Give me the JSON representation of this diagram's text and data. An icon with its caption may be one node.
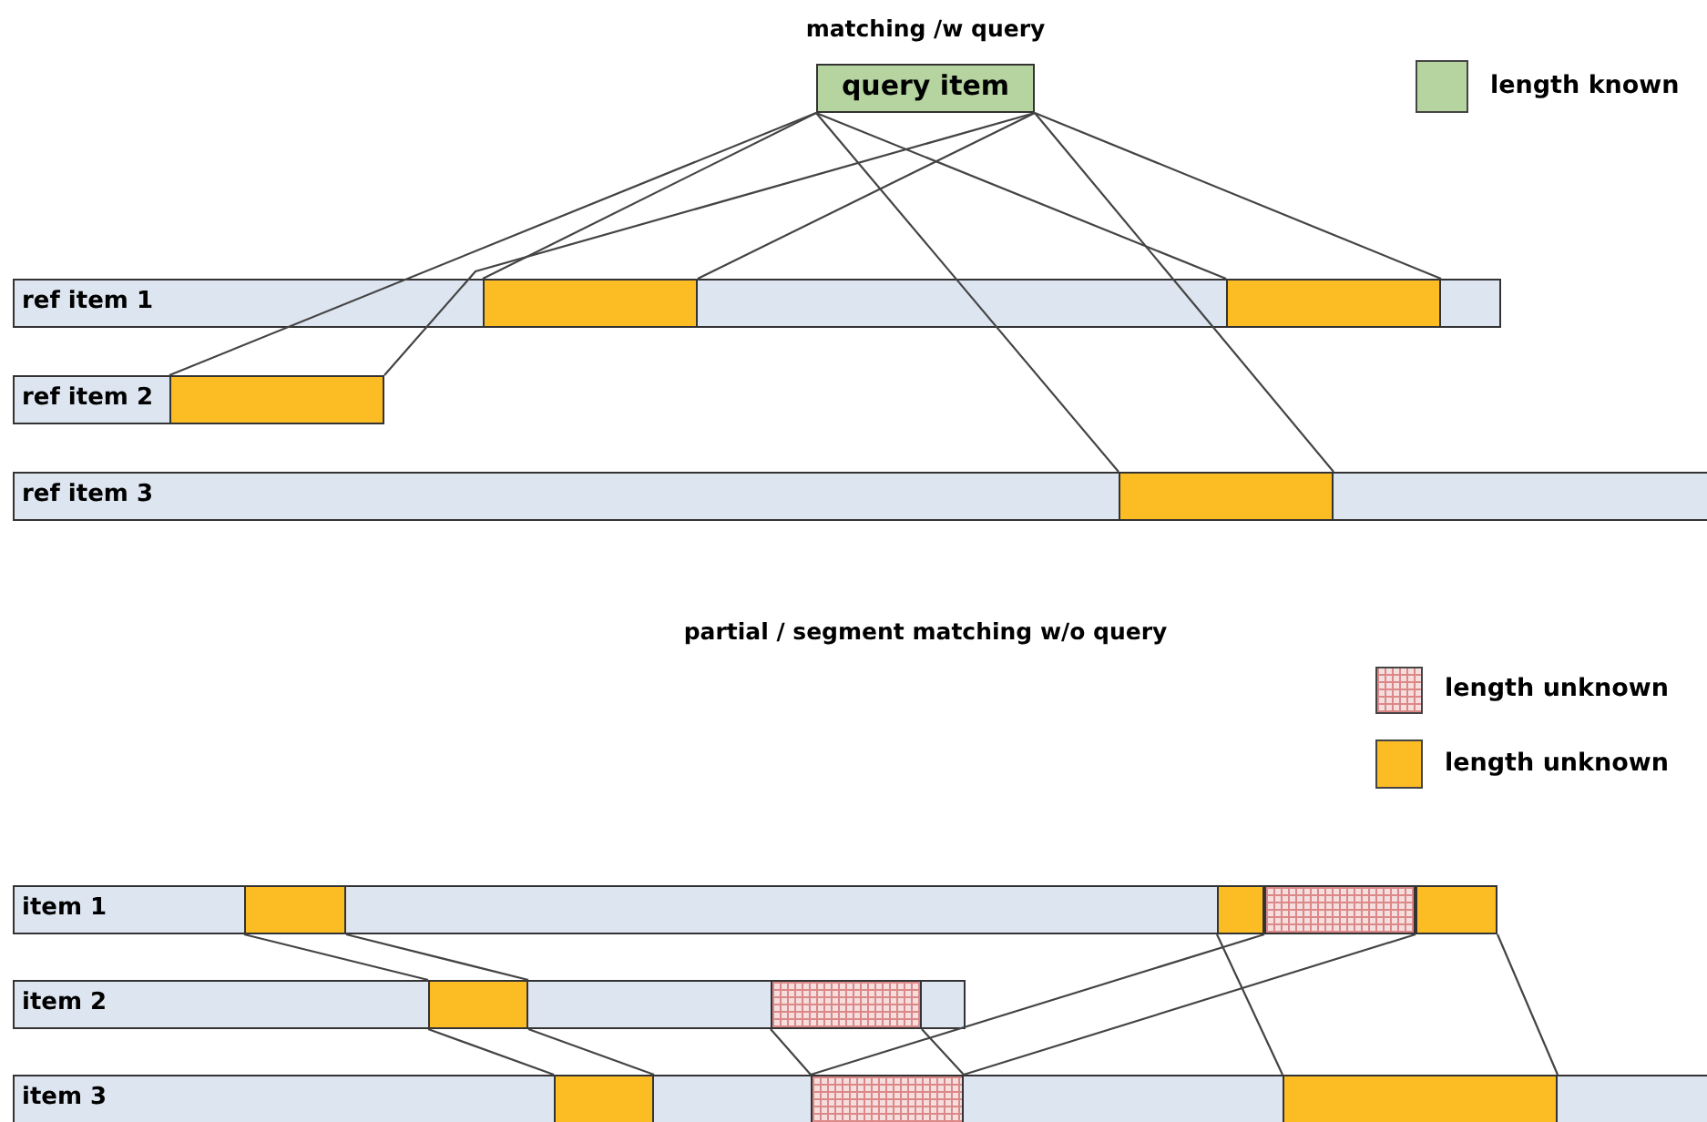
{
  "diagram": {
    "nodes": [
      {
        "text": [
          "query item"
        ]
      },
      {
        "text": [
          "ref item 1"
        ]
      },
      {
        "text": [],
        "shape": "bar",
        "in": 1
      },
      {
        "text": [],
        "shape": "bar",
        "in": 1
      },
      {
        "text": [
          "ref item 2"
        ]
      },
      {
        "text": [],
        "shape": "bar",
        "in": 4
      },
      {
        "text": [
          "ref item 3"
        ]
      },
      {
        "text": [],
        "shape": "bar",
        "in": 6
      },
      {
        "text": [
          "item 1"
        ]
      },
      {
        "text": [],
        "shape": "bar",
        "in": 8
      },
      {
        "text": [],
        "shape": "bar",
        "in": 8
      },
      {
        "text": [],
        "shape": "grid",
        "in": 8
      },
      {
        "text": [],
        "shape": "bar",
        "in": 8
      },
      {
        "text": [
          "item 2"
        ]
      },
      {
        "text": [],
        "shape": "bar",
        "in": 13
      },
      {
        "text": [],
        "shape": "grid",
        "in": 13
      },
      {
        "text": [
          "item 3"
        ]
      },
      {
        "text": [],
        "shape": "bar",
        "in": 16
      },
      {
        "text": [],
        "shape": "grid",
        "in": 16
      },
      {
        "text": [],
        "shape": "bar",
        "in": 16
      }
    ],
    "edges": [
      {
        "from": 0,
        "to": 2,
        "arrow": "none"
      },
      {
        "from": 0,
        "to": 2,
        "arrow": "none"
      },
      {
        "from": 0,
        "to": 3,
        "arrow": "none"
      },
      {
        "from": 0,
        "to": 3,
        "arrow": "none"
      },
      {
        "from": 0,
        "to": 5,
        "arrow": "none"
      },
      {
        "from": 0,
        "to": 5,
        "arrow": "none"
      },
      {
        "from": 0,
        "to": 7,
        "arrow": "none"
      },
      {
        "from": 0,
        "to": 7,
        "arrow": "none"
      },
      {
        "from": 9,
        "to": 14,
        "arrow": "none"
      },
      {
        "from": 9,
        "to": 14,
        "arrow": "none"
      },
      {
        "from": 14,
        "to": 17,
        "arrow": "none"
      },
      {
        "from": 14,
        "to": 17,
        "arrow": "none"
      },
      {
        "from": 15,
        "to": 18,
        "arrow": "none"
      },
      {
        "from": 15,
        "to": 18,
        "arrow": "none"
      },
      {
        "from": 11,
        "to": 18,
        "arrow": "none"
      },
      {
        "from": 11,
        "to": 18,
        "arrow": "none"
      },
      {
        "from": 10,
        "to": 19,
        "arrow": "none"
      },
      {
        "from": 12,
        "to": 19,
        "arrow": "none"
      }
    ],
    "labels": [
      "matching /w query",
      "partial / segment matching w/o query"
    ],
    "legend": [
      {
        "text": "length known",
        "color": "#b5d4a0"
      },
      {
        "text": "length unknown"
      },
      {
        "text": "length unknown",
        "color": "#fbbc24"
      }
    ]
  }
}
